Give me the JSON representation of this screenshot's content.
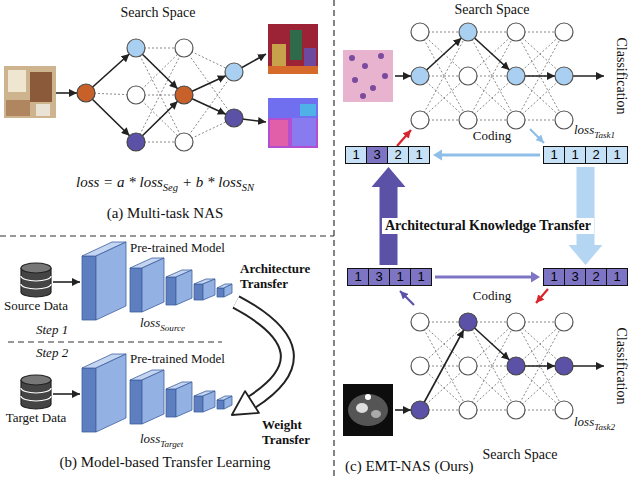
{
  "diagram": {
    "nodes": [
      {
        "text": [
          "1",
          "3",
          "2",
          "1"
        ]
      },
      {
        "text": [
          "1",
          "1",
          "2",
          "1"
        ]
      },
      {
        "text": [
          "1",
          "3",
          "1",
          "1"
        ]
      },
      {
        "text": [
          "1",
          "3",
          "2",
          "1"
        ]
      }
    ],
    "edges": [
      {
        "from": 1,
        "to": 0,
        "arrow": "to"
      },
      {
        "from": 2,
        "to": 3,
        "arrow": "to"
      },
      {
        "from": 1,
        "to": 3,
        "arrow": "to"
      },
      {
        "from": 2,
        "to": 0,
        "arrow": "to"
      }
    ],
    "labels": [
      "Search Space",
      "loss = a * loss",
      "Seg",
      "+ b * loss",
      "SN",
      "(a) Multi-task NAS",
      "Pre-trained Model",
      "Architecture Transfer",
      "Source Data",
      "loss",
      "Source",
      "Step 1",
      "Step 2",
      "Pre-trained Model",
      "Weight Transfer",
      "Target Data",
      "loss",
      "Target",
      "(b) Model-based Transfer Learning",
      "Search Space",
      "Classification",
      "loss",
      "Task1",
      "Coding",
      "Architectural Knowledge Transfer",
      "Coding",
      "Classification",
      "loss",
      "Task2",
      "Search Space",
      "(c) EMT-NAS (Ours)"
    ]
  }
}
